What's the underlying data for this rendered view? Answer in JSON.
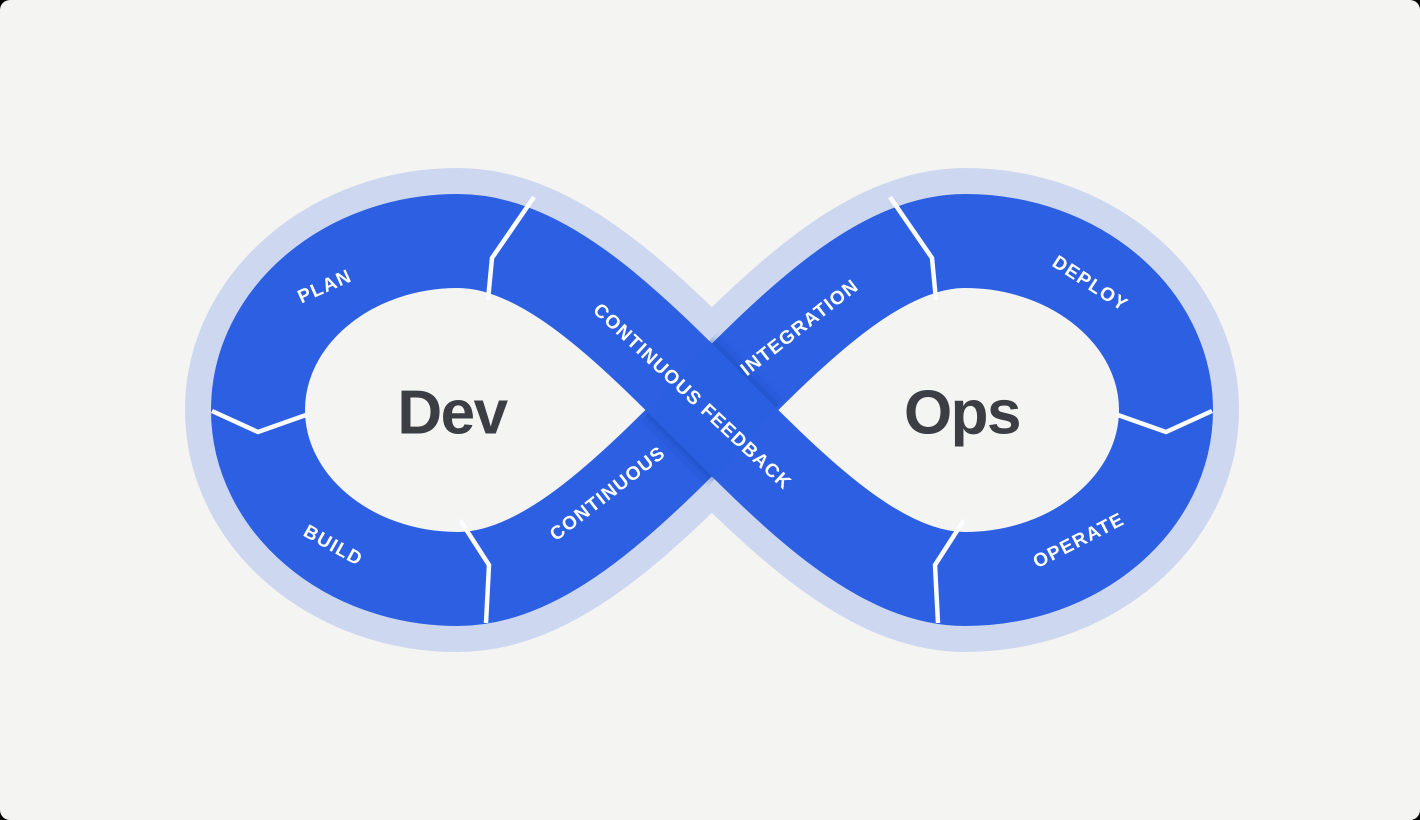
{
  "diagram": {
    "type": "devops-infinity-loop",
    "loops": [
      {
        "center_label": "Dev",
        "segments": [
          {
            "label": "PLAN"
          },
          {
            "label": "BUILD"
          }
        ]
      },
      {
        "center_label": "Ops",
        "segments": [
          {
            "label": "DEPLOY"
          },
          {
            "label": "OPERATE"
          }
        ]
      }
    ],
    "cross_segments": [
      {
        "direction": "ascending",
        "label_part_1": "CONTINUOUS",
        "label_part_2": "INTEGRATION"
      },
      {
        "direction": "descending",
        "label": "CONTINUOUS FEEDBACK"
      }
    ]
  },
  "colors": {
    "page_corner": "#000000",
    "background": "#f4f4f3",
    "band_blue": "#2c5fe2",
    "halo_light_blue": "#cdd8f0",
    "divider_white": "#fafcff",
    "segment_text": "#ffffff",
    "center_text": "#3b3e42",
    "overlap_shadow": "#16337f"
  }
}
